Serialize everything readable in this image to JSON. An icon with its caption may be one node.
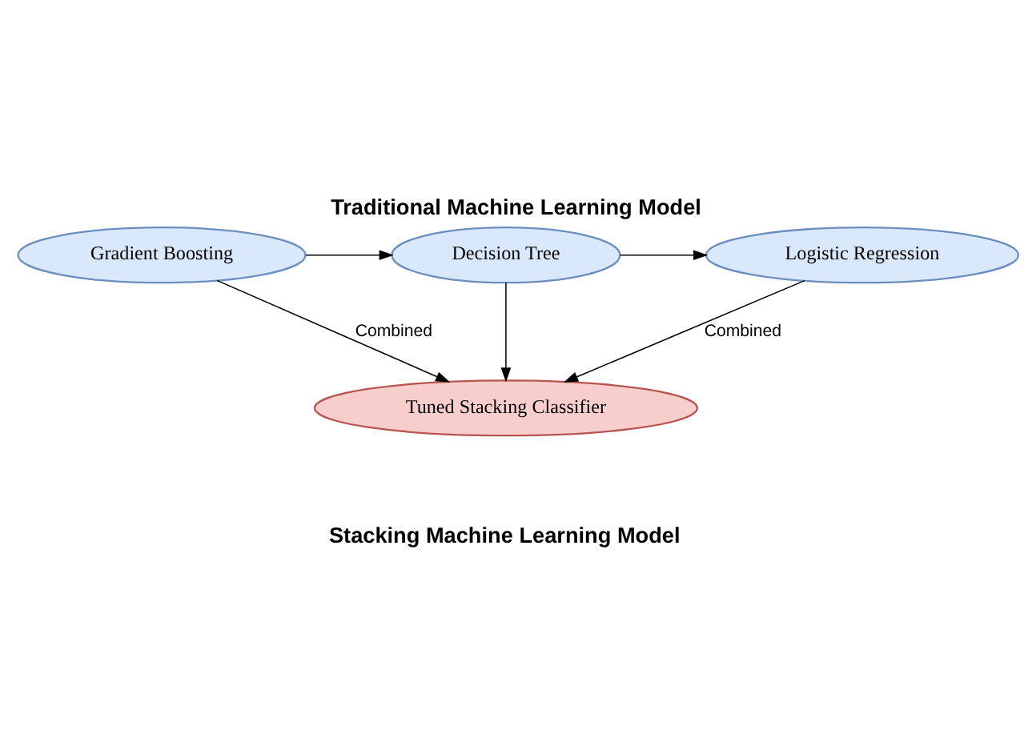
{
  "diagram": {
    "title": "Traditional Machine Learning Model",
    "caption": "Stacking Machine Learning Model",
    "nodes": [
      {
        "text": [
          "Gradient Boosting"
        ]
      },
      {
        "text": [
          "Decision Tree"
        ]
      },
      {
        "text": [
          "Logistic Regression"
        ]
      },
      {
        "text": [
          "Tuned Stacking Classifier"
        ]
      }
    ],
    "edges": [
      {
        "from": 0,
        "to": 1,
        "arrow": "to"
      },
      {
        "from": 1,
        "to": 2,
        "arrow": "to"
      },
      {
        "from": 0,
        "to": 3,
        "arrow": "to",
        "label": "Combined"
      },
      {
        "from": 1,
        "to": 3,
        "arrow": "to"
      },
      {
        "from": 2,
        "to": 3,
        "arrow": "to",
        "label": "Combined"
      }
    ]
  }
}
